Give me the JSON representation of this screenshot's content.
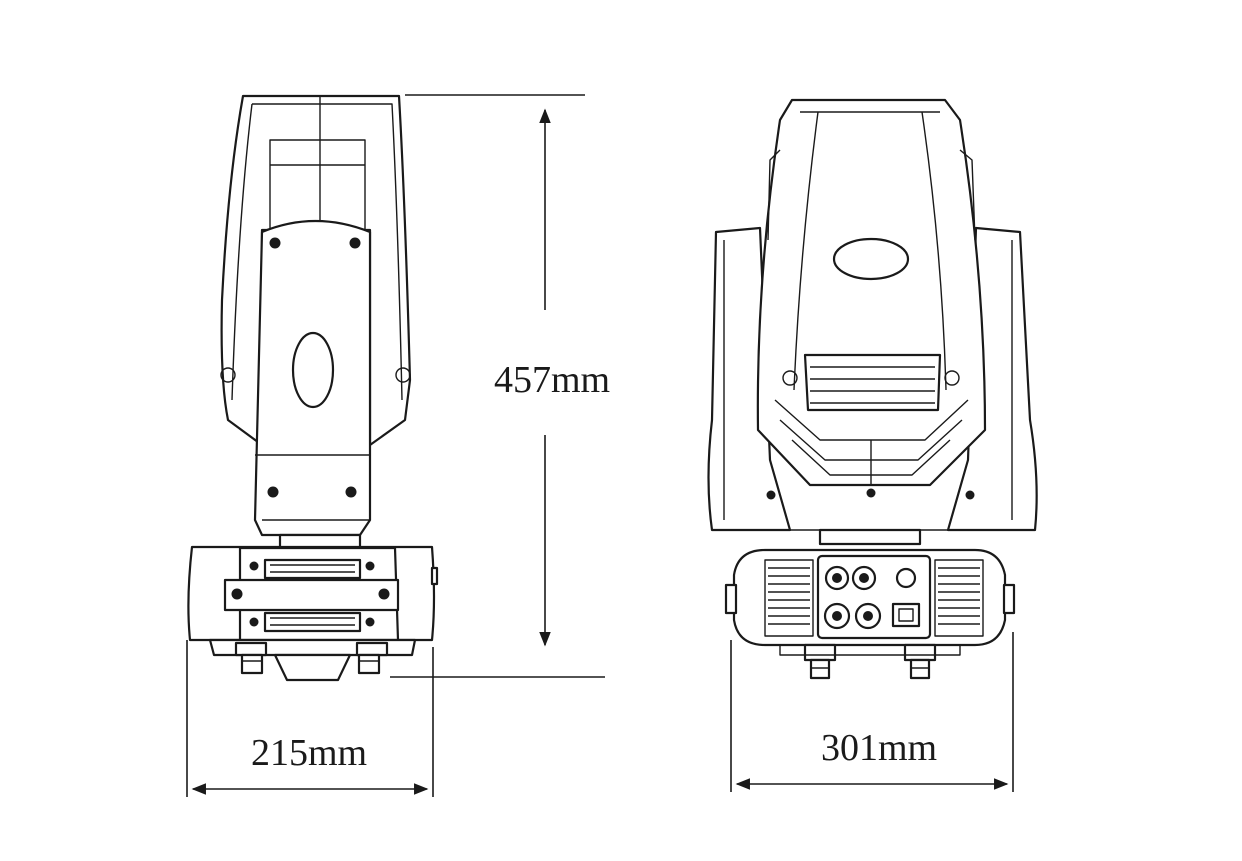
{
  "dimensions": {
    "height_label": "457mm",
    "side_width_label": "215mm",
    "front_width_label": "301mm"
  },
  "colors": {
    "line": "#1a1a1a",
    "background": "#ffffff"
  }
}
